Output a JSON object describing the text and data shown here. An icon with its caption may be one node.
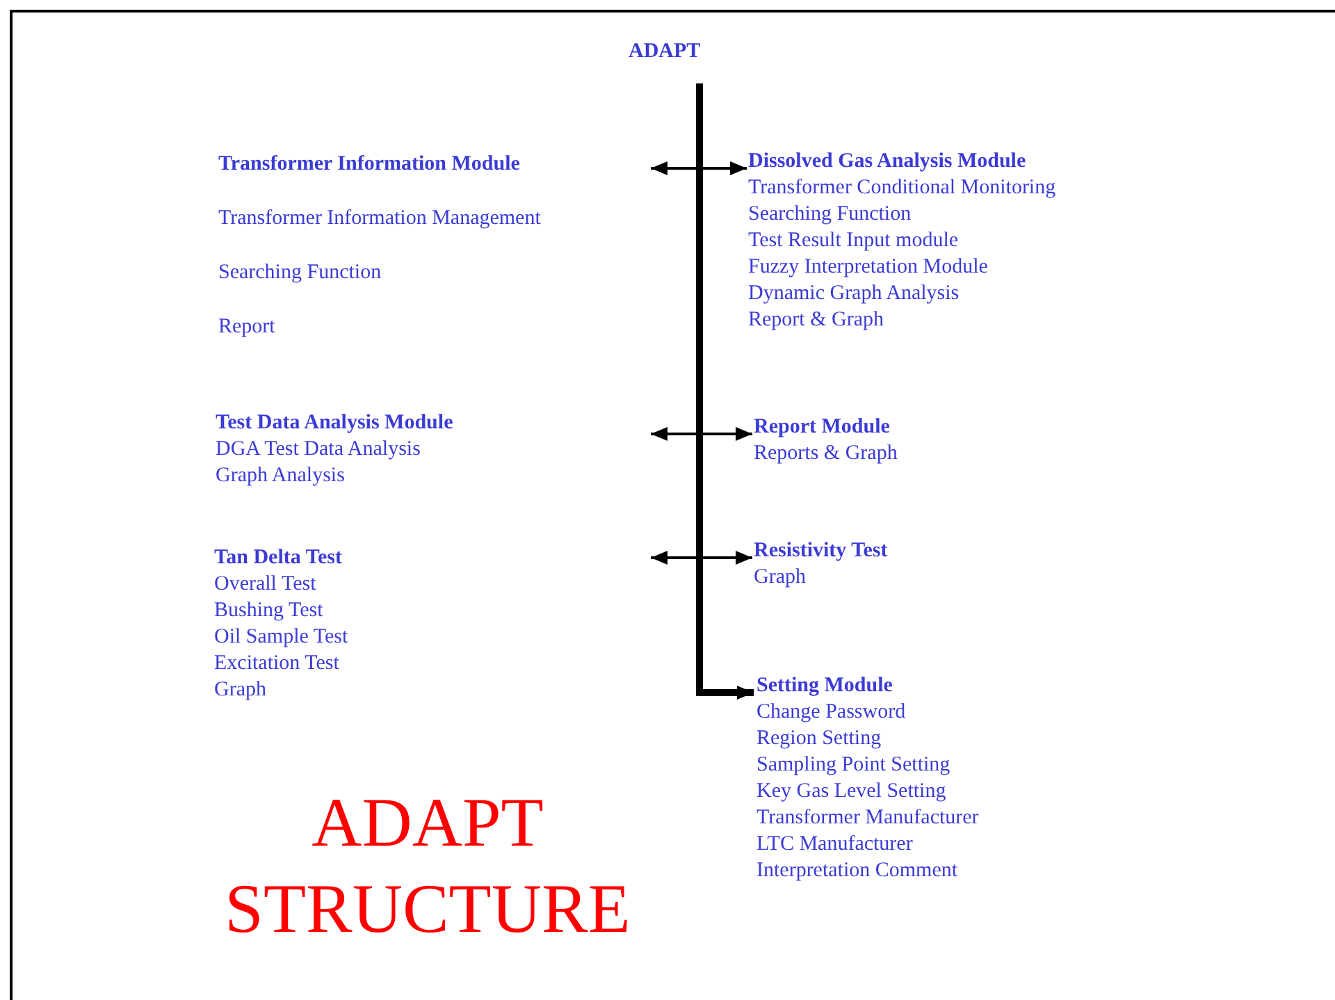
{
  "diagram": {
    "title": "ADAPT STRUCTURE",
    "nodes": [
      {
        "text": [
          "ADAPT"
        ]
      },
      {
        "text": [
          "Transformer Information Module",
          "Transformer Information Management",
          "Searching Function",
          "Report"
        ]
      },
      {
        "text": [
          "Dissolved Gas Analysis Module",
          "Transformer Conditional Monitoring",
          "Searching Function",
          "Test Result Input module",
          "Fuzzy Interpretation Module",
          "Dynamic Graph Analysis",
          "Report & Graph"
        ]
      },
      {
        "text": [
          "Test Data Analysis Module",
          "DGA Test Data Analysis",
          "Graph Analysis"
        ]
      },
      {
        "text": [
          "Report Module",
          "Reports & Graph"
        ]
      },
      {
        "text": [
          "Tan Delta Test",
          "Overall Test",
          "Bushing Test",
          "Oil Sample Test",
          "Excitation Test",
          "Graph"
        ]
      },
      {
        "text": [
          "Resistivity Test",
          "Graph"
        ]
      },
      {
        "text": [
          "Setting Module",
          "Change Password",
          "Region Setting",
          "Sampling Point Setting",
          "Key Gas Level Setting",
          "Transformer Manufacturer",
          "LTC Manufacturer",
          "Interpretation Comment"
        ]
      }
    ],
    "edges": [
      {
        "from": 0,
        "to": 7,
        "arrow": "to",
        "style": "thick"
      },
      {
        "from": null,
        "to": 2,
        "arrow": "both"
      },
      {
        "from": null,
        "to": 4,
        "arrow": "both"
      },
      {
        "from": null,
        "to": 6,
        "arrow": "both"
      }
    ]
  }
}
